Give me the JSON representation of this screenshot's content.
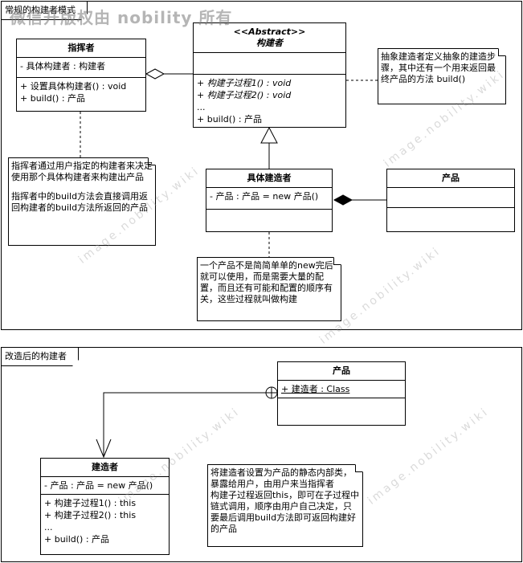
{
  "top_panel": {
    "tab_label": "常规的构建者模式"
  },
  "bottom_panel": {
    "tab_label": "改造后的构建者"
  },
  "director": {
    "name": "指挥者",
    "attribute": "- 具体构建者 : 构建者",
    "methods": [
      "+ 设置具体构建者() : void",
      "+ build() : 产品"
    ]
  },
  "abstract_builder": {
    "stereotype": "<<Abstract>>",
    "name": "构建者",
    "methods_abstract": [
      "+ 构建子过程1() : void",
      "+ 构建子过程2() : void",
      "..."
    ],
    "method_build": "+ build() : 产品"
  },
  "concrete_builder": {
    "name": "具体建造者",
    "attribute": "- 产品 : 产品 = new 产品()"
  },
  "product_top": {
    "name": "产品"
  },
  "note_abstract": "抽象建造者定义抽象的建造步骤，其中还有一个用来返回最终产品的方法 build()",
  "note_director": [
    "指挥者通过用户指定的构建者来决定使用那个具体构建者来构建出产品",
    "指挥者中的build方法会直接调用返回构建者的build方法所返回的产品"
  ],
  "note_product": "一个产品不是简简单单的new完后就可以使用，而是需要大量的配置，而且还有可能和配置的顺序有关，这些过程就叫做构建",
  "product_bottom": {
    "name": "产品",
    "attribute": "+ 建造者 : Class"
  },
  "builder_bottom": {
    "name": "建造者",
    "attribute": "- 产品 : 产品 = new 产品()",
    "methods": [
      "+ 构建子过程1() : this",
      "+ 构建子过程2() : this",
      "..."
    ],
    "method_build": "+ build() : 产品"
  },
  "note_bottom": "将建造者设置为产品的静态内部类，暴露给用户，由用户来当指挥者\n构建子过程返回this，即可在子过程中链式调用，顺序由用户自己决定，只要最后调用build方法即可返回构建好的产品",
  "watermark": {
    "title": "微信开版权由 nobility 所有",
    "diag": "image.nobility.wiki"
  }
}
